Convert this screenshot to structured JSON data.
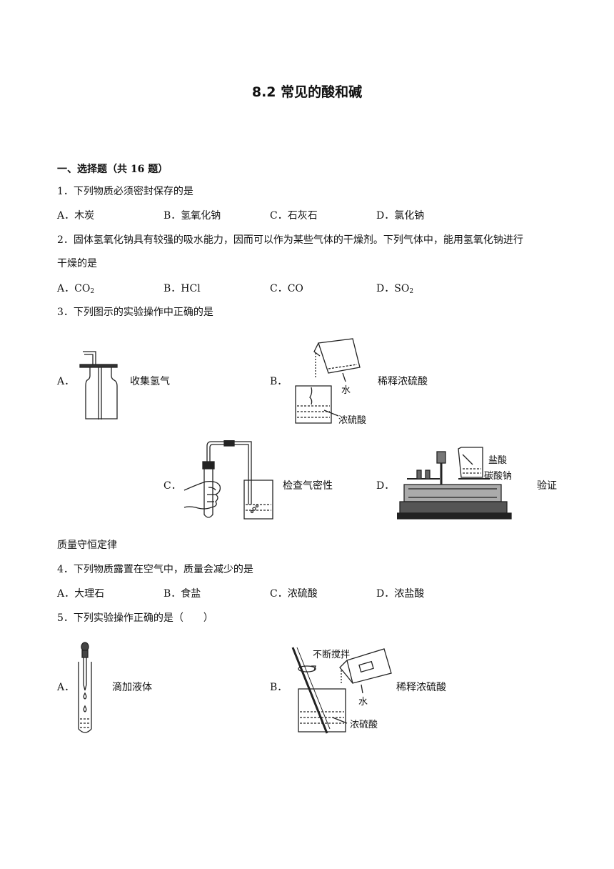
{
  "title": "8.2 常见的酸和碱",
  "section": "一、选择题（共 16 题）",
  "questions": [
    {
      "stem": "1．下列物质必须密封保存的是",
      "options": [
        "A．木炭",
        "B．氢氧化钠",
        "C．石灰石",
        "D．氯化钠"
      ]
    },
    {
      "stem_line1": "2．固体氢氧化钠具有较强的吸水能力，因而可以作为某些气体的干燥剂。下列气体中，能用氢氧化钠进行",
      "stem_line2": "干燥的是",
      "options": [
        {
          "letter": "A．",
          "text": "CO",
          "sub": "2"
        },
        {
          "letter": "B．",
          "text": "HCl",
          "sub": ""
        },
        {
          "letter": "C．",
          "text": "CO",
          "sub": ""
        },
        {
          "letter": "D．",
          "text": "SO",
          "sub": "2"
        }
      ]
    },
    {
      "stem": "3．下列图示的实验操作中正确的是",
      "options": [
        {
          "letter": "A．",
          "caption": "收集氢气"
        },
        {
          "letter": "B．",
          "caption": "稀释浓硫酸",
          "labels": [
            "水",
            "浓硫酸"
          ]
        },
        {
          "letter": "C．",
          "caption": "检查气密性"
        },
        {
          "letter": "D．",
          "caption": "验证",
          "labels": [
            "盐酸",
            "碳酸钠"
          ]
        }
      ],
      "continuation": "质量守恒定律"
    },
    {
      "stem": "4．下列物质露置在空气中，质量会减少的是",
      "options": [
        "A．大理石",
        "B．食盐",
        "C．浓硫酸",
        "D．浓盐酸"
      ]
    },
    {
      "stem": "5．下列实验操作正确的是（　　）",
      "options": [
        {
          "letter": "A．",
          "caption": "滴加液体"
        },
        {
          "letter": "B．",
          "caption": "稀释浓硫酸",
          "labels": [
            "不断搅拌",
            "水",
            "浓硫酸"
          ]
        }
      ]
    }
  ]
}
